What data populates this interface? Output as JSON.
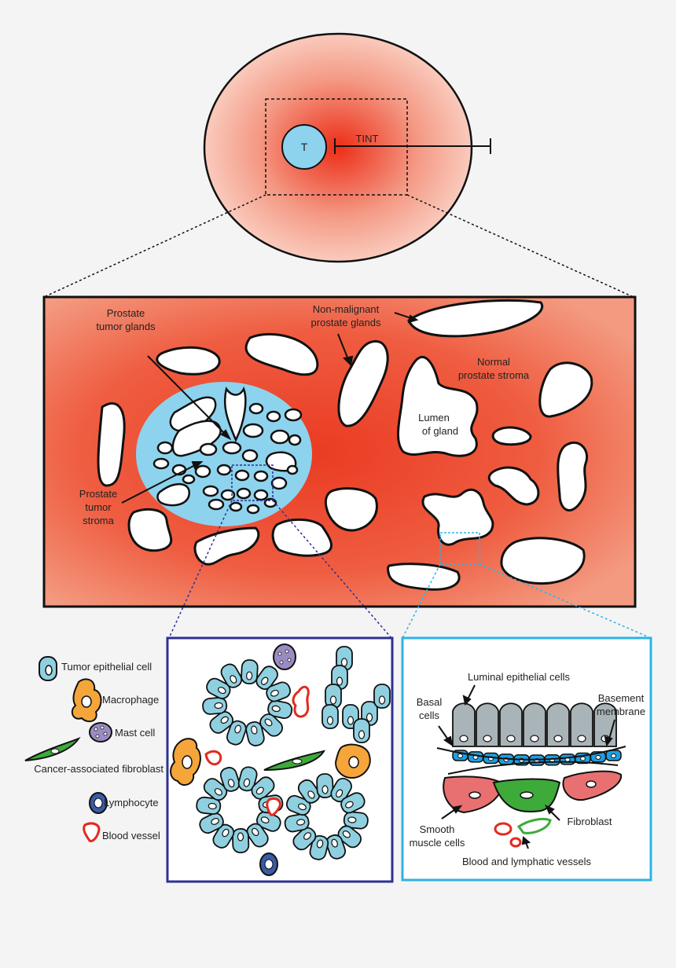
{
  "overview": {
    "tumor_label": "T",
    "distance_label": "TINT"
  },
  "tissue": {
    "prostate_tumor_glands": [
      "Prostate",
      "tumor glands"
    ],
    "non_malignant_glands": [
      "Non-malignant",
      "prostate glands"
    ],
    "normal_stroma": [
      "Normal",
      "prostate stroma"
    ],
    "lumen": [
      "Lumen",
      "of gland"
    ],
    "tumor_stroma": [
      "Prostate",
      "tumor",
      "stroma"
    ]
  },
  "legend": {
    "tumor_epithelial": "Tumor epithelial cell",
    "macrophage": "Macrophage",
    "mast_cell": "Mast cell",
    "caf": "Cancer-associated fibroblast",
    "lymphocyte": "Lymphocyte",
    "blood_vessel": "Blood vessel"
  },
  "normal_panel": {
    "luminal": "Luminal epithelial cells",
    "basal": [
      "Basal",
      "cells"
    ],
    "basement": [
      "Basement",
      "membrane"
    ],
    "smooth_muscle": [
      "Smooth",
      "muscle cells"
    ],
    "fibroblast": "Fibroblast",
    "vessels": "Blood and lymphatic vessels"
  },
  "colors": {
    "stroma_red": "#ee4b30",
    "tumor_blue": "#8dd3ee",
    "panel_navy": "#2e3192",
    "panel_cyan": "#2bb3e6",
    "epithelial_cyan": "#8fd0e0",
    "macrophage_orange": "#f5a53a",
    "mast_purple": "#9b8bc4",
    "fibroblast_green": "#3daa3a",
    "lymphocyte_blue": "#3a5ba6",
    "vessel_red": "#e22a1e",
    "luminal_grey": "#a9b4b8",
    "basal_blue": "#1e9fe0",
    "smooth_pink": "#e97070"
  }
}
